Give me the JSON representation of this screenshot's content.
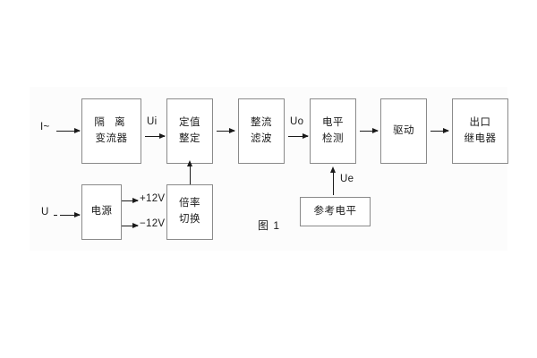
{
  "figure": {
    "caption": "图 1",
    "panel_color": "#fcfcfc",
    "line_color": "#8a8a8a"
  },
  "inputs": {
    "current_label": "I~",
    "voltage_label": "U"
  },
  "signals": {
    "ui": "Ui",
    "uo": "Uo",
    "ue": "Ue"
  },
  "rails": {
    "positive": "+12V",
    "negative": "−12V"
  },
  "blocks": {
    "isolation_ct": {
      "line1": "隔 离",
      "line2": "变流器"
    },
    "setting": {
      "line1": "定值",
      "line2": "整定"
    },
    "rectify_filter": {
      "line1": "整流",
      "line2": "滤波"
    },
    "level_detect": {
      "line1": "电平",
      "line2": "检测"
    },
    "drive": {
      "line1": "驱动"
    },
    "output_relay": {
      "line1": "出口",
      "line2": "继电器"
    },
    "power_supply": {
      "line1": "电源"
    },
    "multiplier_switch": {
      "line1": "倍率",
      "line2": "切换"
    },
    "reference_level": {
      "line1": "参考电平"
    }
  }
}
